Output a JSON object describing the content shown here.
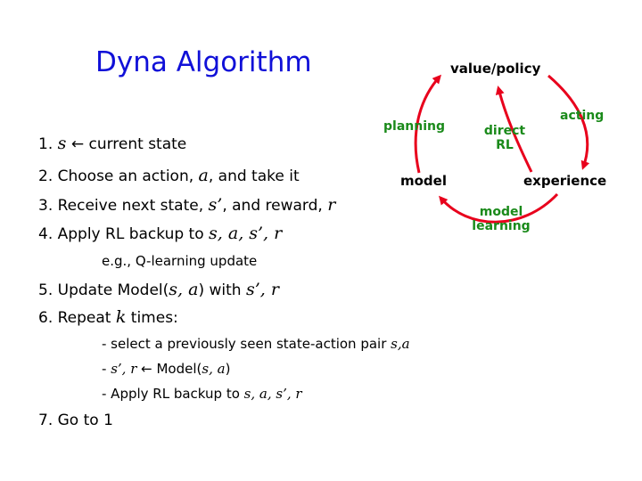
{
  "title": "Dyna Algorithm",
  "steps": {
    "s1": {
      "num": "1.",
      "var_s": "s",
      "arrow": "←",
      "text": "current state"
    },
    "s2": {
      "pre": "2. Choose an action, ",
      "var_a": "a",
      "post": ", and take it"
    },
    "s3": {
      "pre": "3. Receive next state, ",
      "var_sp": "s’",
      "mid": ", and reward, ",
      "var_r": "r"
    },
    "s4": {
      "pre": "4. Apply RL backup to ",
      "vars": "s, a, s’, r"
    },
    "s4_note": "e.g., Q-learning update",
    "s5": {
      "pre": "5. Update Model(",
      "vars": "s, a",
      "mid": ") with ",
      "vars2": "s’, r"
    },
    "s6": {
      "pre": "6. Repeat ",
      "var_k": "k",
      "post": " times:"
    },
    "s6_items": {
      "i1": {
        "text": "- select a previously seen state-action pair ",
        "vars": "s,a"
      },
      "i2": {
        "pre": "- ",
        "vars": "s’, r",
        "arrow": " ← ",
        "mid": "Model(",
        "vars2": "s, a",
        "post": ")"
      },
      "i3": {
        "pre": "- Apply RL backup to ",
        "vars": "s, a, s’, r"
      }
    },
    "s7": "7. Go to 1"
  },
  "diagram": {
    "nodes": {
      "value_policy": "value/policy",
      "model": "model",
      "experience": "experience"
    },
    "edges": {
      "planning": "planning",
      "acting": "acting",
      "direct_rl_1": "direct",
      "direct_rl_2": "RL",
      "model_learning_1": "model",
      "model_learning_2": "learning"
    },
    "colors": {
      "arrow": "#e8001c",
      "edge_label": "#1a8a1a",
      "title": "#1010d8"
    }
  }
}
